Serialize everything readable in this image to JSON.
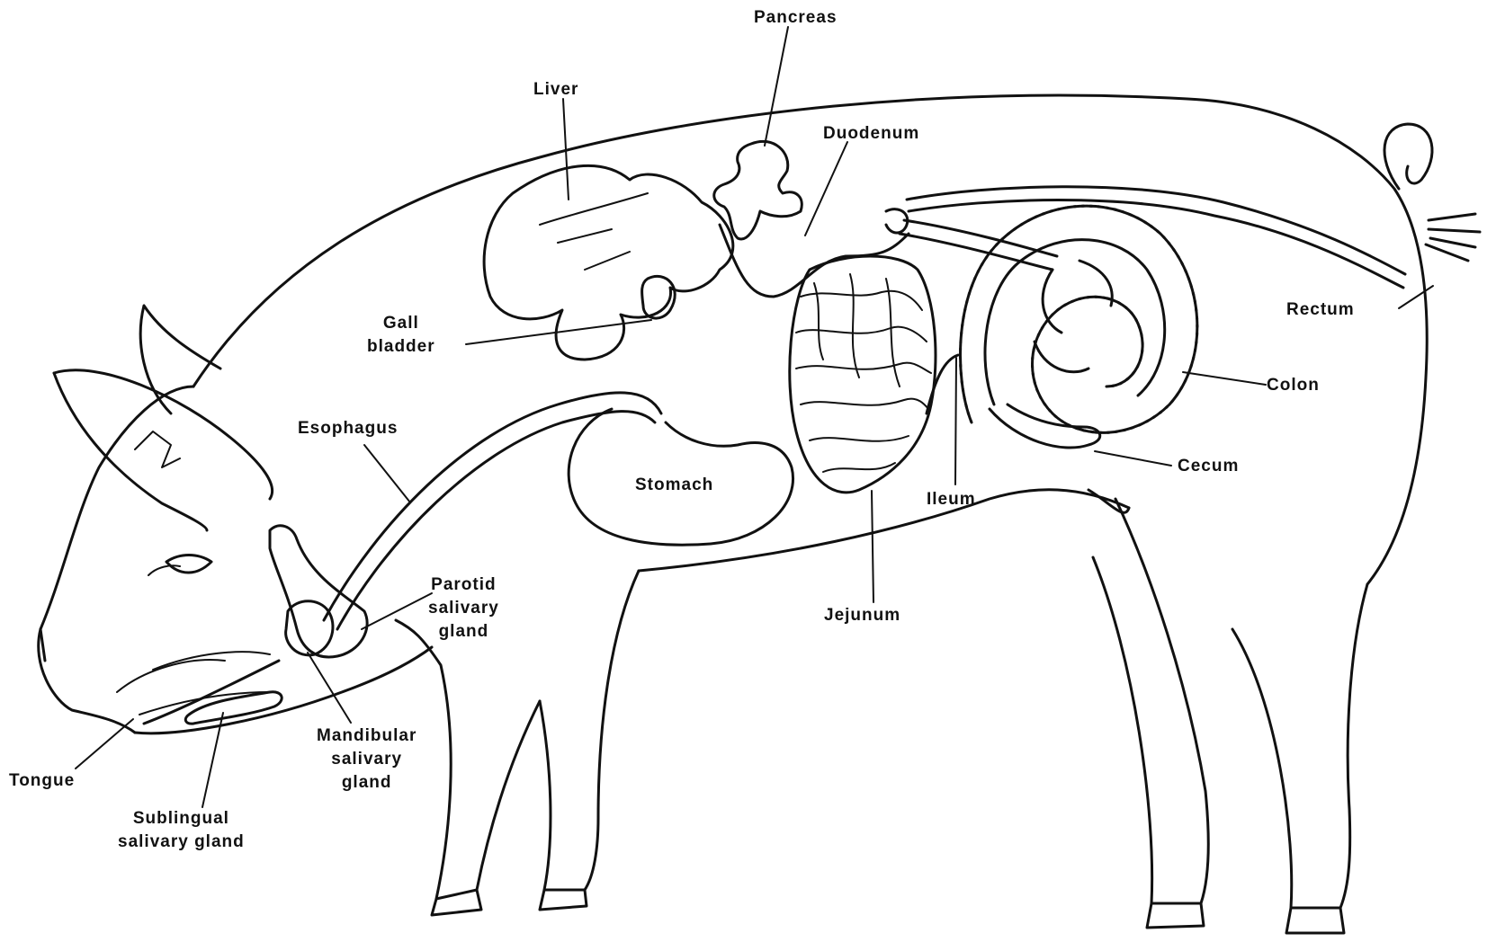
{
  "labels": {
    "pancreas": "Pancreas",
    "liver": "Liver",
    "duodenum": "Duodenum",
    "gall_bladder": [
      "Gall",
      "bladder"
    ],
    "rectum": "Rectum",
    "colon": "Colon",
    "esophagus": "Esophagus",
    "cecum": "Cecum",
    "stomach": "Stomach",
    "ileum": "Ileum",
    "parotid": [
      "Parotid",
      "salivary",
      "gland"
    ],
    "jejunum": "Jejunum",
    "mandibular": [
      "Mandibular",
      "salivary",
      "gland"
    ],
    "tongue": "Tongue",
    "sublingual": [
      "Sublingual",
      "salivary gland"
    ]
  },
  "colors": {
    "ink": "#111111",
    "paper": "#ffffff"
  }
}
